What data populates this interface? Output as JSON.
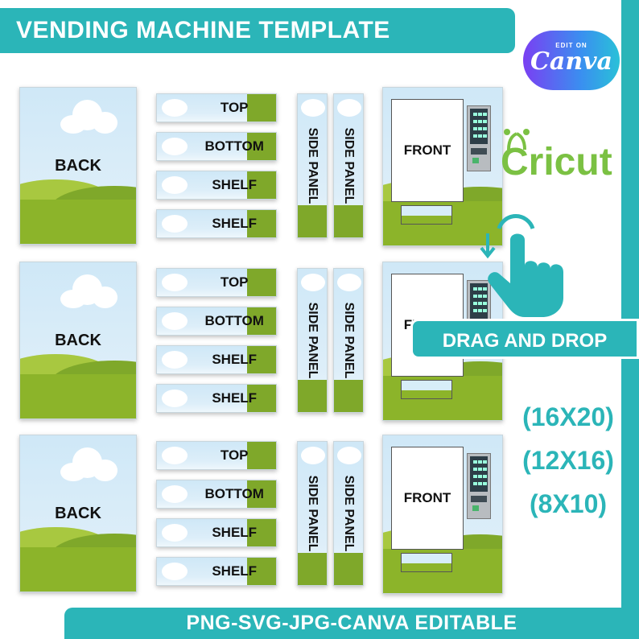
{
  "header": {
    "title": "VENDING MACHINE TEMPLATE"
  },
  "badge": {
    "top_text": "EDIT ON",
    "brand": "Canva"
  },
  "cricut": {
    "brand": "Cricut"
  },
  "drag": {
    "label": "DRAG AND DROP"
  },
  "sizes": [
    "(16X20)",
    "(12X16)",
    "(8X10)"
  ],
  "footer": {
    "formats": "PNG-SVG-JPG-CANVA EDITABLE"
  },
  "template_sets": [
    {
      "back": "BACK",
      "strips": [
        "TOP",
        "BOTTOM",
        "SHELF",
        "SHELF"
      ],
      "side_panels": [
        "SIDE PANEL",
        "SIDE PANEL"
      ],
      "front": "FRONT"
    },
    {
      "back": "BACK",
      "strips": [
        "TOP",
        "BOTTOM",
        "SHELF",
        "SHELF"
      ],
      "side_panels": [
        "SIDE PANEL",
        "SIDE PANEL"
      ],
      "front": "FRONT"
    },
    {
      "back": "BACK",
      "strips": [
        "TOP",
        "BOTTOM",
        "SHELF",
        "SHELF"
      ],
      "side_panels": [
        "SIDE PANEL",
        "SIDE PANEL"
      ],
      "front": "FRONT"
    }
  ],
  "colors": {
    "accent": "#2bb5b8",
    "grass": "#8cb42a",
    "sky": "#d7edf8",
    "cricut_green": "#7bc143"
  },
  "icons": {
    "pointer": "hand-pointer-icon",
    "arrow": "arrow-down-icon"
  }
}
